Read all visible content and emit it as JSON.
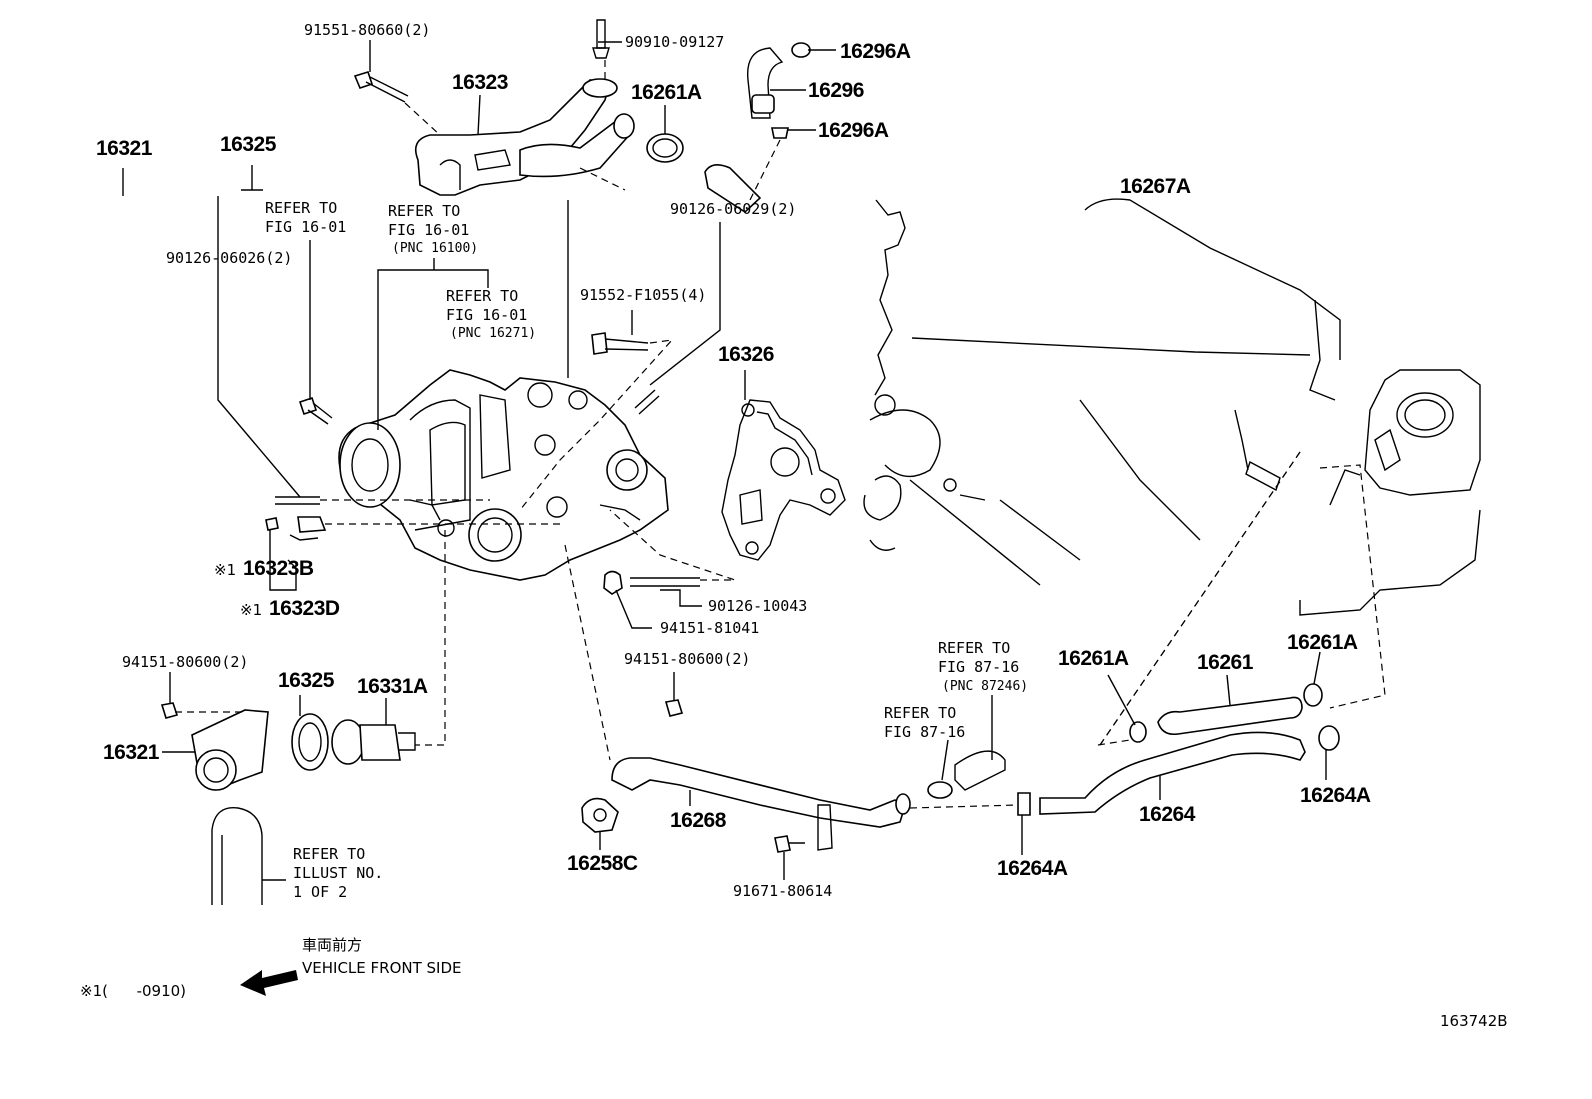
{
  "labels": {
    "p_91551_80660": "91551-80660(2)",
    "p_90910_09127": "90910-09127",
    "p_16296A_top": "16296A",
    "p_16296": "16296",
    "p_16296A_mid": "16296A",
    "p_16323": "16323",
    "p_16261A_top": "16261A",
    "p_16321_top": "16321",
    "p_16325_top": "16325",
    "p_90126_06029": "90126-06029(2)",
    "p_16267A": "16267A",
    "p_90126_06026": "90126-06026(2)",
    "p_91552_F1055": "91552-F1055(4)",
    "p_16326": "16326",
    "p_16323B": "16323B",
    "p_16323D": "16323D",
    "p_90126_10043": "90126-10043",
    "p_94151_81041": "94151-81041",
    "p_94151_80600_a": "94151-80600(2)",
    "p_94151_80600_b": "94151-80600(2)",
    "p_16325_low": "16325",
    "p_16331A": "16331A",
    "p_16321_low": "16321",
    "p_16261A_mid": "16261A",
    "p_16261": "16261",
    "p_16261A_right": "16261A",
    "p_16264A_right": "16264A",
    "p_16264": "16264",
    "p_16264A_low": "16264A",
    "p_16268": "16268",
    "p_16258C": "16258C",
    "p_91671_80614": "91671-80614"
  },
  "refs": {
    "r1": "REFER TO\nFIG 16-01",
    "r2": "REFER TO\nFIG 16-01",
    "r2_pnc": "(PNC 16100)",
    "r3": "REFER TO\nFIG 16-01",
    "r3_pnc": "(PNC 16271)",
    "r4": "REFER TO\nFIG 87-16",
    "r4_pnc": "(PNC 87246)",
    "r5": "REFER TO\nFIG 87-16",
    "r6": "REFER TO\nILLUST NO.\n1 OF 2"
  },
  "notes": {
    "mark_b": "※1",
    "mark_d": "※1",
    "direction_jp": "車両前方",
    "direction_en": "VEHICLE FRONT SIDE",
    "range": "※1(      -0910)",
    "illustration_id": "163742B"
  }
}
